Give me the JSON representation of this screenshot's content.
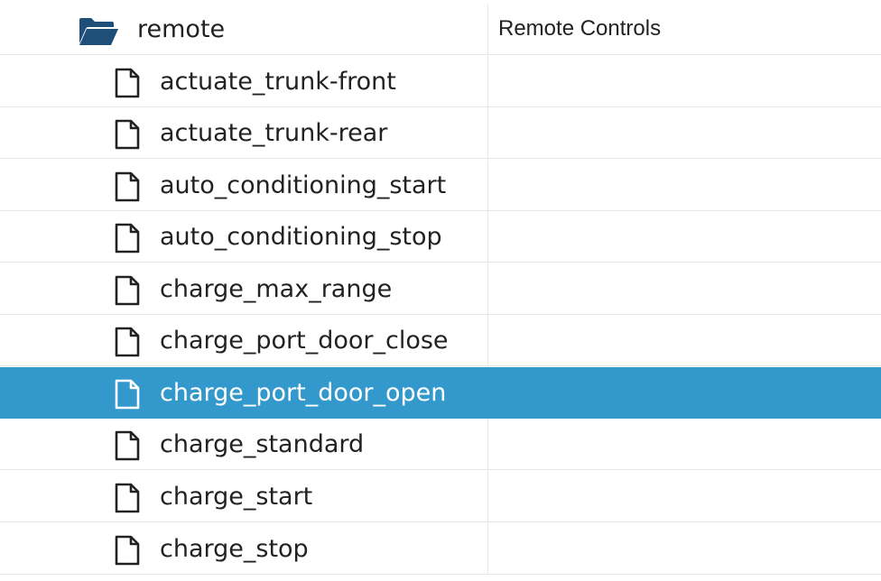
{
  "tree": {
    "folder": {
      "name": "remote",
      "description": "Remote Controls",
      "icon": "folder-open-icon",
      "icon_color": "#1f4e79"
    },
    "files": [
      {
        "name": "actuate_trunk-front",
        "description": "",
        "icon": "file-icon",
        "selected": false
      },
      {
        "name": "actuate_trunk-rear",
        "description": "",
        "icon": "file-icon",
        "selected": false
      },
      {
        "name": "auto_conditioning_start",
        "description": "",
        "icon": "file-icon",
        "selected": false
      },
      {
        "name": "auto_conditioning_stop",
        "description": "",
        "icon": "file-icon",
        "selected": false
      },
      {
        "name": "charge_max_range",
        "description": "",
        "icon": "file-icon",
        "selected": false
      },
      {
        "name": "charge_port_door_close",
        "description": "",
        "icon": "file-icon",
        "selected": false
      },
      {
        "name": "charge_port_door_open",
        "description": "",
        "icon": "file-icon",
        "selected": true
      },
      {
        "name": "charge_standard",
        "description": "",
        "icon": "file-icon",
        "selected": false
      },
      {
        "name": "charge_start",
        "description": "",
        "icon": "file-icon",
        "selected": false
      },
      {
        "name": "charge_stop",
        "description": "",
        "icon": "file-icon",
        "selected": false
      }
    ]
  },
  "colors": {
    "selected_background": "#3399cc",
    "selected_text": "#ffffff",
    "text": "#222222",
    "row_border": "#e6e6e6"
  }
}
